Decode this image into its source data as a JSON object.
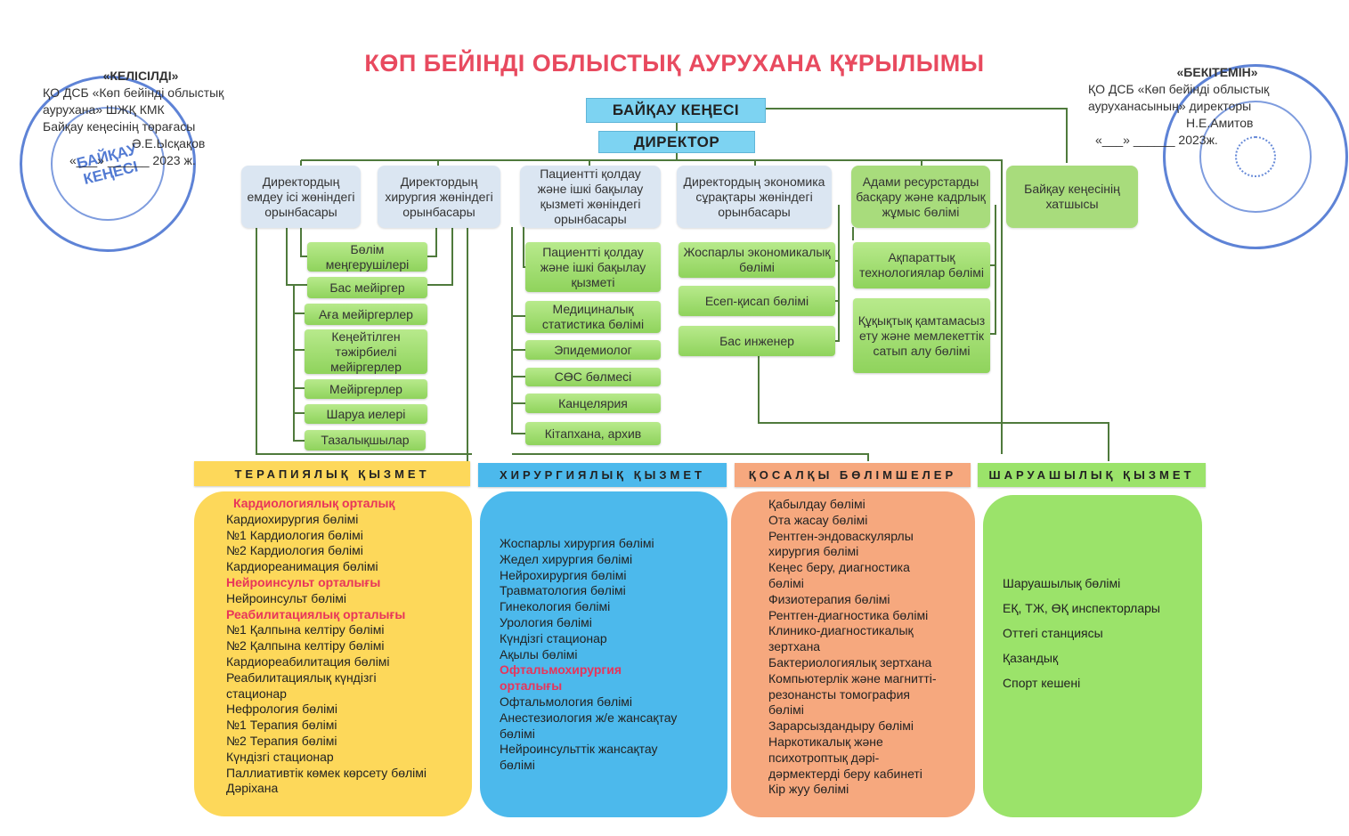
{
  "title": "КӨП БЕЙІНДІ ОБЛЫСТЫҚ АУРУХАНА ҚҰРЫЛЫМЫ",
  "left_sign": {
    "heading": "«КЕЛІСІЛДІ»",
    "lines": [
      "ҚО ДСБ «Көп бейінді облыстық",
      "аурухана» ШЖҚ КМК",
      "Байқау кеңесінің төрағасы",
      "Ә.Е.Ысқақов",
      "«___» ______ 2023 ж."
    ]
  },
  "right_sign": {
    "heading": "«БЕКІТЕМІН»",
    "lines": [
      "ҚО ДСБ «Көп бейінді облыстық",
      "ауруханасының» директоры",
      "Н.Е.Амитов",
      "«___» ______ 2023ж."
    ]
  },
  "stamp_left": {
    "center": "БАЙҚАУ КЕҢЕСІ"
  },
  "top": {
    "board": "БАЙҚАУ КЕҢЕСІ",
    "director": "ДИРЕКТОР"
  },
  "deputies": [
    "Директордың емдеу ісі жөніндегі орынбасары",
    "Директордың хирургия жөніндегі орынбасары",
    "Пациентті қолдау және ішкі бақылау қызметі жөніндегі орынбасары",
    "Директордың экономика сұрақтары жөніндегі орынбасары",
    "Адами ресурстарды басқару және кадрлық жұмыс бөлімі",
    "Байқау кеңесінің хатшысы"
  ],
  "nursing": [
    "Бөлім меңгерушілері",
    "Бас мейіргер",
    "Аға мейіргерлер",
    "Кеңейтілген тәжірбиелі мейіргерлер",
    "Мейіргерлер",
    "Шаруа иелері",
    "Тазалықшылар"
  ],
  "patient_support": [
    "Пациентті қолдау және ішкі бақылау қызметі",
    "Медициналық статистика бөлімі",
    "Эпидемиолог",
    "СӨС бөлмесі",
    "Канцелярия",
    "Кітапхана, архив"
  ],
  "economics": [
    "Жоспарлы экономикалық бөлімі",
    "Есеп-қисап бөлімі",
    "Бас инженер"
  ],
  "hr": [
    "Ақпараттық технологиялар бөлімі",
    "Құқықтық қамтамасыз ету және мемлекеттік сатып алу бөлімі"
  ],
  "sections": [
    {
      "header": "ТЕРАПИЯЛЫҚ ҚЫЗМЕТ",
      "items": [
        {
          "t": "Кардиологиялық орталық",
          "h": true
        },
        {
          "t": "Кардиохирургия бөлімі"
        },
        {
          "t": "№1 Кардиология бөлімі"
        },
        {
          "t": "№2 Кардиология бөлімі"
        },
        {
          "t": "Кардиореанимация бөлімі"
        },
        {
          "t": "Нейроинсульт орталығы",
          "h": true
        },
        {
          "t": "Нейроинсульт бөлімі"
        },
        {
          "t": "Реабилитациялық орталығы",
          "h": true
        },
        {
          "t": "№1 Қалпына келтіру бөлімі"
        },
        {
          "t": "№2 Қалпына келтіру бөлімі"
        },
        {
          "t": "Кардиореабилитация бөлімі"
        },
        {
          "t": "Реабилитациялық күндізгі"
        },
        {
          "t": "стационар"
        },
        {
          "t": "Нефрология бөлімі"
        },
        {
          "t": "№1 Терапия бөлімі"
        },
        {
          "t": "№2 Терапия бөлімі"
        },
        {
          "t": "Күндізгі стационар"
        },
        {
          "t": "Паллиативтік көмек көрсету бөлімі"
        },
        {
          "t": "Дәріхана"
        }
      ]
    },
    {
      "header": "ХИРУРГИЯЛЫҚ ҚЫЗМЕТ",
      "items": [
        {
          "t": "Жоспарлы хирургия бөлімі"
        },
        {
          "t": "Жедел хирургия бөлімі"
        },
        {
          "t": "Нейрохирургия бөлімі"
        },
        {
          "t": "Травматология бөлімі"
        },
        {
          "t": "Гинекология бөлімі"
        },
        {
          "t": "Урология бөлімі"
        },
        {
          "t": "Күндізгі стационар"
        },
        {
          "t": "Ақылы  бөлімі"
        },
        {
          "t": "Офтальмохирургия",
          "h": true
        },
        {
          "t": "орталығы",
          "h": true
        },
        {
          "t": "Офтальмология бөлімі"
        },
        {
          "t": "Анестезиология ж/е жансақтау"
        },
        {
          "t": "бөлімі"
        },
        {
          "t": "Нейроинсульттік  жансақтау"
        },
        {
          "t": "бөлімі"
        }
      ]
    },
    {
      "header": "ҚОСАЛҚЫ БӨЛІМШЕЛЕР",
      "items": [
        {
          "t": "Қабылдау бөлімі"
        },
        {
          "t": "Ота жасау бөлімі"
        },
        {
          "t": "Рентген-эндоваскулярлы"
        },
        {
          "t": "хирургия бөлімі"
        },
        {
          "t": "Кеңес беру, диагностика"
        },
        {
          "t": "бөлімі"
        },
        {
          "t": "Физиотерапия бөлімі"
        },
        {
          "t": "Рентген-диагностика бөлімі"
        },
        {
          "t": "Клинико-диагностикалық"
        },
        {
          "t": "зертхана"
        },
        {
          "t": "Бактериологиялық зертхана"
        },
        {
          "t": "Компьютерлік және  магнитті-"
        },
        {
          "t": "резонансты томография"
        },
        {
          "t": "бөлімі"
        },
        {
          "t": "Зарарсыздандыру бөлімі"
        },
        {
          "t": "Наркотикалық және"
        },
        {
          "t": "психотроптық дәрі-"
        },
        {
          "t": "дәрмектерді беру кабинеті"
        },
        {
          "t": "Кір жуу бөлімі"
        }
      ]
    },
    {
      "header": "ШАРУАШЫЛЫҚ ҚЫЗМЕТ",
      "items": [
        {
          "t": "Шаруашылық бөлімі"
        },
        {
          "t": "ЕҚ, ТЖ, ӨҚ инспекторлары"
        },
        {
          "t": "Оттегі станциясы"
        },
        {
          "t": "Қазандық"
        },
        {
          "t": "Спорт кешені"
        }
      ]
    }
  ],
  "colors": {
    "title": "#e84a5f",
    "top_box": "#7dd3f2",
    "green_box": "#a8dc7c",
    "therapy": "#fdd85a",
    "surgery": "#4cb9ec",
    "aux": "#f6a87e",
    "household": "#9be36a",
    "highlight": "#e8345a"
  }
}
